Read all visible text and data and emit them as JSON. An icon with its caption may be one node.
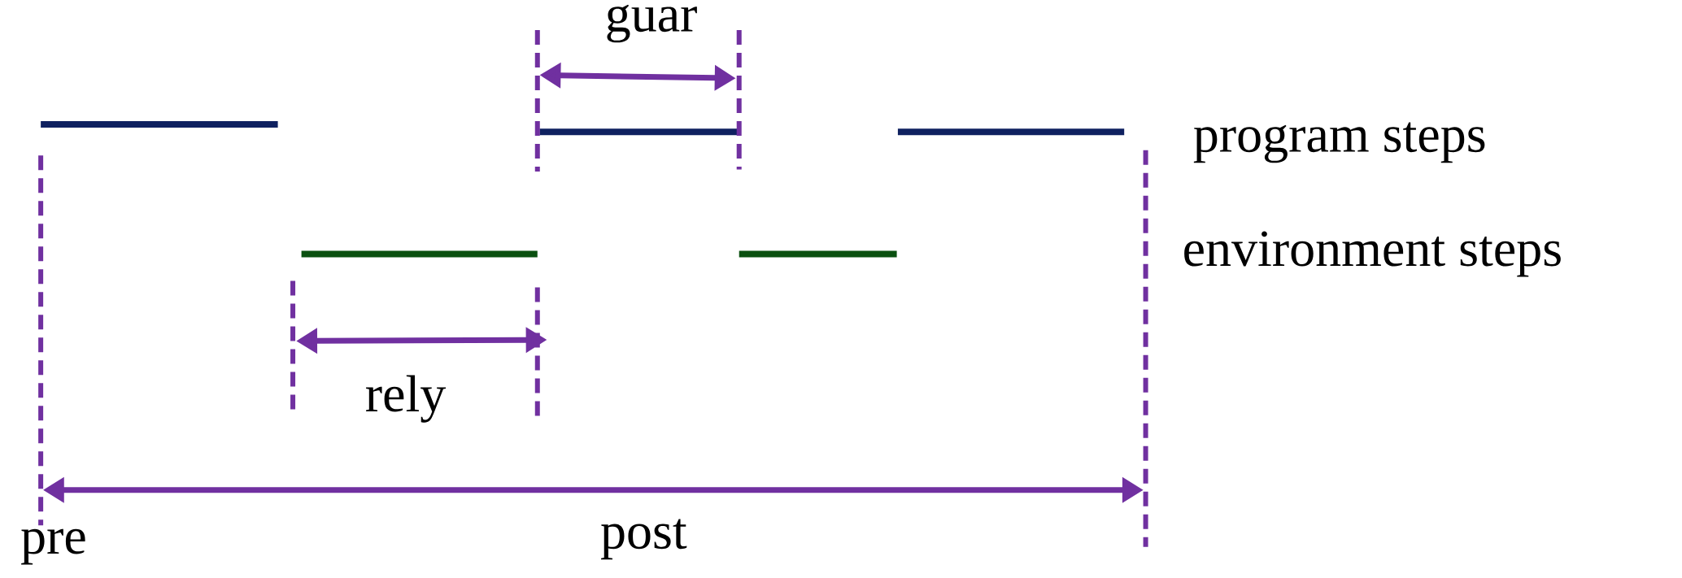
{
  "diagram": {
    "labels": [
      "guar",
      "program steps",
      "environment steps",
      "rely",
      "pre",
      "post"
    ]
  }
}
